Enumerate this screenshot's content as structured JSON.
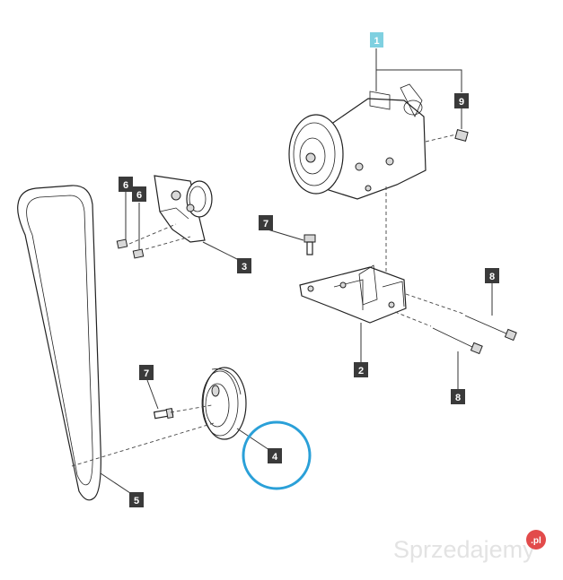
{
  "callouts": {
    "c1": "1",
    "c9": "9",
    "c6a": "6",
    "c6b": "6",
    "c3": "3",
    "c7a": "7",
    "c8a": "8",
    "c2": "2",
    "c8b": "8",
    "c7b": "7",
    "c4": "4",
    "c5": "5"
  },
  "highlight_color": "#2aa0d8",
  "watermark": {
    "brand": "Sprzedajemy",
    "badge": ".pl"
  }
}
